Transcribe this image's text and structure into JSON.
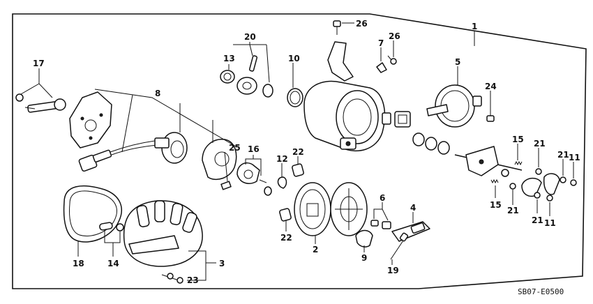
{
  "callouts": {
    "c1": "1",
    "c2": "2",
    "c3": "3",
    "c4": "4",
    "c5": "5",
    "c6": "6",
    "c7": "7",
    "c8": "8",
    "c9": "9",
    "c10": "10",
    "c11a": "11",
    "c11b": "11",
    "c12": "12",
    "c13": "13",
    "c14": "14",
    "c15a": "15",
    "c15b": "15",
    "c16": "16",
    "c17": "17",
    "c18": "18",
    "c19": "19",
    "c20": "20",
    "c21a": "21",
    "c21b": "21",
    "c21c": "21",
    "c21d": "21",
    "c22a": "22",
    "c22b": "22",
    "c23": "23",
    "c24": "24",
    "c25": "25",
    "c26a": "26",
    "c26b": "26"
  },
  "diagram_code": "SB07-E0500"
}
